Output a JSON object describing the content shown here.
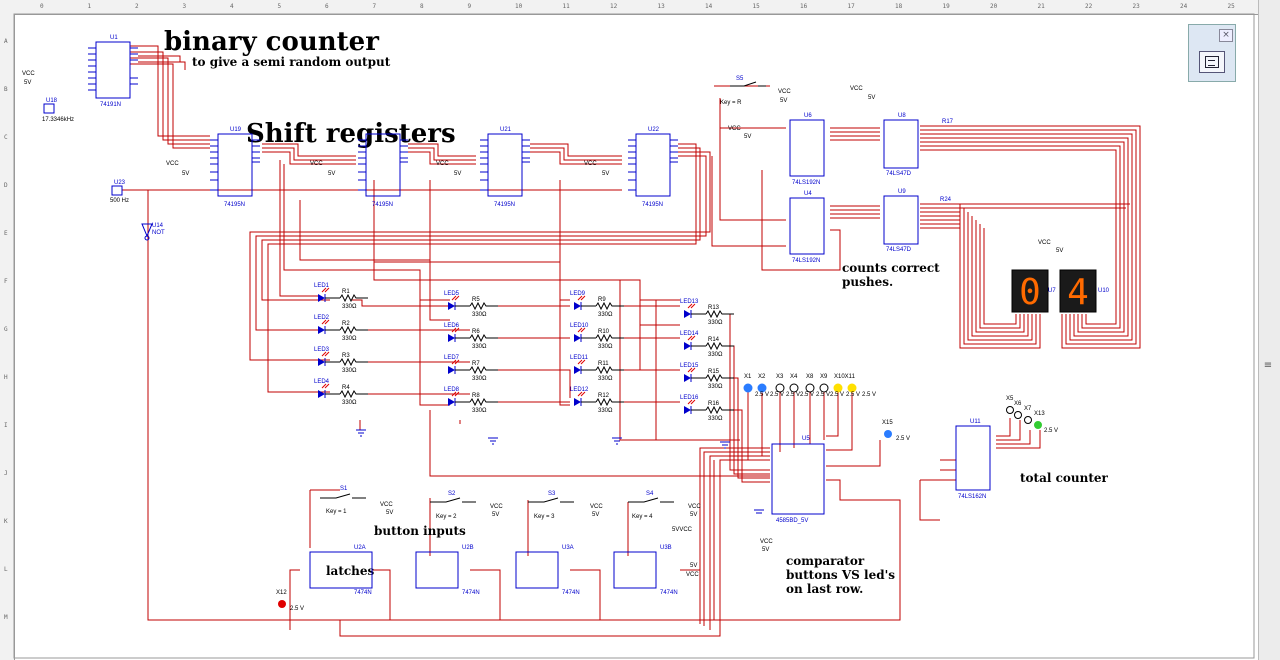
{
  "ruler": {
    "columns": [
      "0",
      "1",
      "2",
      "3",
      "4",
      "5",
      "6",
      "7",
      "8",
      "9",
      "10",
      "11",
      "12",
      "13",
      "14",
      "15",
      "16",
      "17",
      "18",
      "19",
      "20",
      "21",
      "22",
      "23",
      "24",
      "25"
    ],
    "rows": [
      "A",
      "B",
      "C",
      "D",
      "E",
      "F",
      "G",
      "H",
      "I",
      "J",
      "K",
      "L",
      "M"
    ]
  },
  "titles": {
    "binary_counter": "binary counter",
    "binary_sub": "to give a semi random output",
    "shift_registers": "Shift registers",
    "counts_correct": [
      "counts correct",
      "pushes."
    ],
    "total_counter": "total counter",
    "button_inputs": "button inputs",
    "latches": "latches",
    "comparator": [
      "comparator",
      "buttons VS led's",
      "on last row."
    ]
  },
  "components": {
    "U1": {
      "ref": "U1",
      "part": "74191N"
    },
    "U18": {
      "ref": "U18",
      "freq": "17.3346kHz"
    },
    "U19": {
      "ref": "U19",
      "part": "74195N"
    },
    "U20": {
      "ref": "",
      "part": "74195N"
    },
    "U21": {
      "ref": "U21",
      "part": "74195N"
    },
    "U22": {
      "ref": "U22",
      "part": "74195N"
    },
    "U23": {
      "ref": "U23",
      "freq": "500 Hz"
    },
    "U14": {
      "ref": "U14",
      "part": "NOT"
    },
    "U6": {
      "ref": "U6",
      "part": "74LS192N"
    },
    "U4": {
      "ref": "U4",
      "part": "74LS192N"
    },
    "U8": {
      "ref": "U8",
      "part": "74LS47D"
    },
    "U9": {
      "ref": "U9",
      "part": "74LS47D"
    },
    "U5": {
      "ref": "U5",
      "part": "4585BD_5V"
    },
    "U11": {
      "ref": "U11",
      "part": "74LS162N"
    },
    "U2A": {
      "ref": "U2A",
      "part": "7474N"
    },
    "U2B": {
      "ref": "U2B",
      "part": "7474N"
    },
    "U3A": {
      "ref": "U3A",
      "part": "7474N"
    },
    "U3B": {
      "ref": "U3B",
      "part": "7474N"
    },
    "U7": {
      "ref": "U7"
    },
    "U10": {
      "ref": "U10"
    },
    "R17": {
      "ref": "R17"
    },
    "R24": {
      "ref": "R24"
    }
  },
  "vcc": {
    "label": "VCC",
    "value": "5V"
  },
  "switches": [
    {
      "ref": "S5",
      "key": "Key = R"
    },
    {
      "ref": "S1",
      "key": "Key = 1"
    },
    {
      "ref": "S2",
      "key": "Key = 2"
    },
    {
      "ref": "S3",
      "key": "Key = 3"
    },
    {
      "ref": "S4",
      "key": "Key = 4"
    }
  ],
  "leds": [
    {
      "ref": "LED1",
      "res": "R1"
    },
    {
      "ref": "LED2",
      "res": "R2"
    },
    {
      "ref": "LED3",
      "res": "R3"
    },
    {
      "ref": "LED4",
      "res": "R4"
    },
    {
      "ref": "LED5",
      "res": "R5"
    },
    {
      "ref": "LED6",
      "res": "R6"
    },
    {
      "ref": "LED7",
      "res": "R7"
    },
    {
      "ref": "LED8",
      "res": "R8"
    },
    {
      "ref": "LED9",
      "res": "R9"
    },
    {
      "ref": "LED10",
      "res": "R10"
    },
    {
      "ref": "LED11",
      "res": "R11"
    },
    {
      "ref": "LED12",
      "res": "R12"
    },
    {
      "ref": "LED13",
      "res": "R13"
    },
    {
      "ref": "LED14",
      "res": "R14"
    },
    {
      "ref": "LED15",
      "res": "R15"
    },
    {
      "ref": "LED16",
      "res": "R16"
    }
  ],
  "resistor_value": "330Ω",
  "probes": {
    "row": [
      "X1",
      "X2",
      "X3",
      "X4",
      "X8",
      "X9",
      "X10X11"
    ],
    "volt": "2.5 V",
    "x15": "X15",
    "x12": "X12",
    "top_right": [
      "X5",
      "X6",
      "X7",
      "X13"
    ]
  },
  "display": {
    "digit1": "0",
    "digit2": "4"
  },
  "misc": {
    "vvcc": "5VVCC",
    "v5": "5V",
    "vcc_label": "VCC"
  },
  "colors": {
    "wire": "#c00000",
    "component": "#0000cc",
    "blue_probe": "#2a7cff",
    "yellow_probe": "#ffe000",
    "red_probe": "#e00000",
    "green_probe": "#33cc33",
    "seg_on": "#ff6a00"
  },
  "mini_panel": {
    "close": "×"
  }
}
